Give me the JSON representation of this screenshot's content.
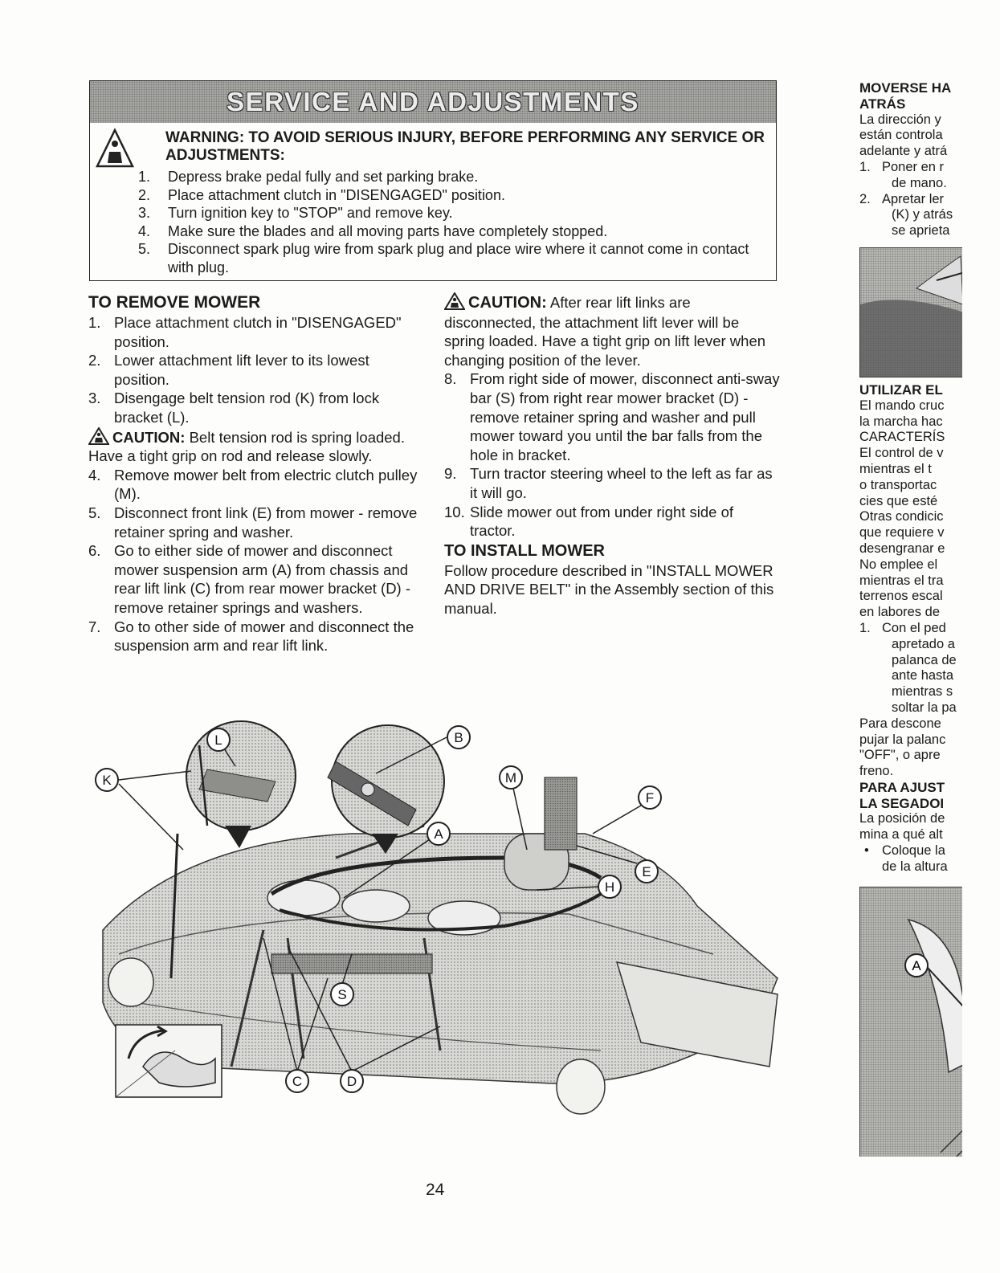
{
  "header": {
    "banner": "SERVICE AND ADJUSTMENTS",
    "warning_title": "WARNING: TO AVOID SERIOUS INJURY, BEFORE PERFORMING ANY SERVICE OR ADJUSTMENTS:",
    "warning_steps": [
      {
        "n": "1.",
        "t": "Depress brake pedal fully and set parking brake."
      },
      {
        "n": "2.",
        "t": "Place attachment clutch  in \"DISENGAGED\" position."
      },
      {
        "n": "3.",
        "t": "Turn ignition key to \"STOP\" and remove key."
      },
      {
        "n": "4.",
        "t": "Make sure the blades and all moving parts have completely stopped."
      },
      {
        "n": "5.",
        "t": "Disconnect spark plug wire from spark plug and place wire where it cannot come in contact with plug."
      }
    ]
  },
  "left": {
    "title": "TO REMOVE MOWER",
    "steps_a": [
      {
        "n": "1.",
        "t": "Place attachment clutch in \"DISENGAGED\" position."
      },
      {
        "n": "2.",
        "t": "Lower attachment lift lever to its lowest position."
      },
      {
        "n": "3.",
        "t": "Disengage belt tension rod (K) from lock bracket (L)."
      }
    ],
    "caution_label": "CAUTION:",
    "caution_text": "Belt tension rod is spring loaded. Have a tight grip on rod and release slowly.",
    "steps_b": [
      {
        "n": "4.",
        "t": "Remove mower belt from electric clutch pulley (M)."
      },
      {
        "n": "5.",
        "t": "Disconnect front link (E) from mower - remove retainer spring and washer."
      },
      {
        "n": "6.",
        "t": "Go to either side of mower and disconnect mower suspension arm (A) from chassis and rear lift link (C) from rear mower bracket (D) - remove retainer springs and washers."
      },
      {
        "n": "7.",
        "t": "Go to other side of mower and disconnect the suspension arm and rear lift link."
      }
    ]
  },
  "middle": {
    "caution_label": "CAUTION:",
    "caution_text": "After rear lift links are disconnected, the attachment lift lever will be spring loaded. Have a tight grip on lift lever when changing position of the lever.",
    "steps": [
      {
        "n": "8.",
        "t": "From right side of mower, disconnect anti-sway bar (S) from right rear mower bracket (D) - remove retainer spring and washer and pull mower toward you until the bar falls from the hole in bracket."
      },
      {
        "n": "9.",
        "t": "Turn tractor steering wheel to the left as far as it will go."
      },
      {
        "n": "10.",
        "t": "Slide mower out from under right side of tractor."
      }
    ],
    "install_title": "TO INSTALL MOWER",
    "install_text": "Follow procedure described in \"INSTALL MOWER AND DRIVE BELT\" in the Assembly section of this manual."
  },
  "right": {
    "head1": [
      "MOVERSE HA",
      "ATRÁS"
    ],
    "para1": [
      "La dirección y",
      "están controla",
      "adelante y atrá"
    ],
    "steps1": [
      {
        "n": "1.",
        "l": [
          "Poner en r",
          "de mano."
        ]
      },
      {
        "n": "2.",
        "l": [
          "Apretar ler",
          "(K) y atrás",
          "se aprieta"
        ]
      }
    ],
    "head2": "UTILIZAR EL",
    "para2": [
      "El mando cruc",
      "la marcha hac",
      "CARACTERÍS",
      "El control de v",
      "mientras el t",
      "o transportac",
      "cies que esté",
      "Otras condicic",
      "que requiere v",
      "desengranar e",
      "No emplee el",
      "mientras el tra",
      "terrenos escal",
      "en labores de"
    ],
    "steps2": [
      {
        "n": "1.",
        "l": [
          "Con el ped",
          "apretado a",
          "palanca de",
          "ante hasta",
          "mientras s",
          "soltar la pa"
        ]
      }
    ],
    "para3": [
      "Para descone",
      "pujar la palanc",
      "\"OFF\", o apre",
      "freno."
    ],
    "head3": [
      "PARA AJUST",
      "LA SEGADOI"
    ],
    "para4": [
      "La posición de",
      "mina a qué alt"
    ],
    "bullet": {
      "mark": "•",
      "l": [
        "Coloque la",
        "de la altura"
      ]
    },
    "photo2_label": "A"
  },
  "diagram": {
    "labels": [
      "L",
      "K",
      "B",
      "M",
      "A",
      "F",
      "E",
      "H",
      "S",
      "C",
      "D"
    ]
  },
  "footer": {
    "page_number": "24"
  }
}
